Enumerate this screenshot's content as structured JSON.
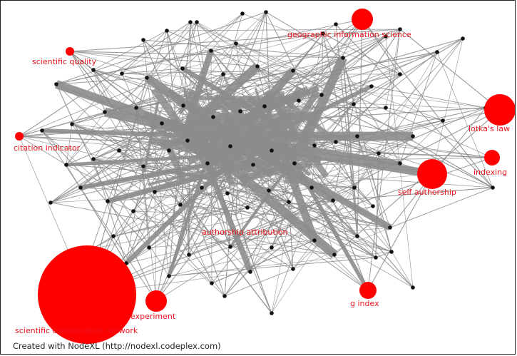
{
  "network": {
    "node_color": "#ff0000",
    "label_color": "#e8141c",
    "edge_color": "#8c8c8c",
    "background": "#ffffff",
    "labeled_nodes": [
      {
        "id": "geographic-information-science",
        "label": "geographic information science"
      },
      {
        "id": "scientific-quality",
        "label": "scientific quality"
      },
      {
        "id": "citation-indicator",
        "label": "citation indicator"
      },
      {
        "id": "lotkas-law",
        "label": "lotka's law"
      },
      {
        "id": "indexing",
        "label": "indexing"
      },
      {
        "id": "self-authorship",
        "label": "self authorship"
      },
      {
        "id": "authorship-attribution",
        "label": "authorship attribution"
      },
      {
        "id": "g-index",
        "label": "g index"
      },
      {
        "id": "experiment",
        "label": "experiment"
      },
      {
        "id": "scientific-collaboration-network",
        "label": "scientific collaboration network"
      }
    ]
  },
  "footer": {
    "credit": "Created with NodeXL (http://nodexl.codeplex.com)"
  }
}
